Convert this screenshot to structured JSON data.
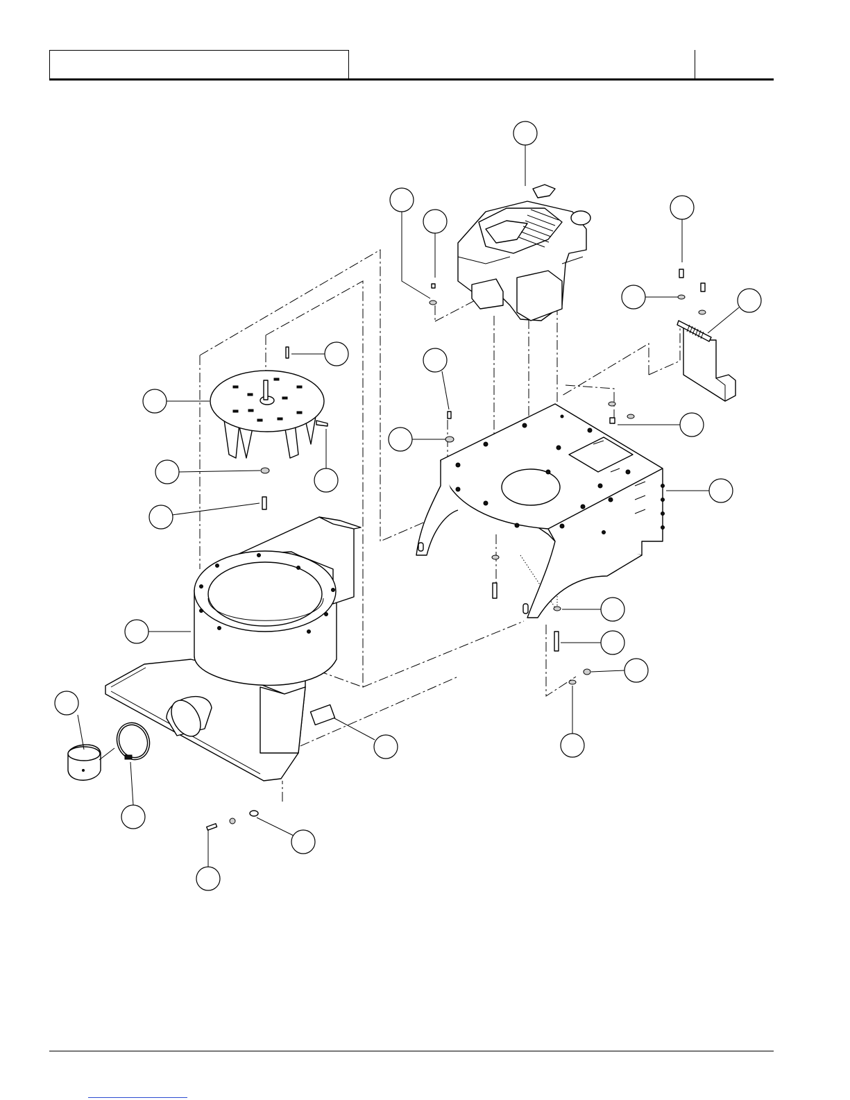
{
  "header": {
    "left_box_text": "",
    "middle_text": "",
    "right_text": ""
  },
  "footer": {
    "link_text": ""
  },
  "diagram": {
    "parts": [
      {
        "id": "engine",
        "icon": "engine"
      },
      {
        "id": "impeller",
        "icon": "fan-impeller"
      },
      {
        "id": "blower-housing",
        "icon": "blower-housing"
      },
      {
        "id": "engine-deck",
        "icon": "engine-deck"
      },
      {
        "id": "bracket",
        "icon": "bracket"
      },
      {
        "id": "hose-clamp",
        "icon": "clamp"
      },
      {
        "id": "end-cap",
        "icon": "cap"
      },
      {
        "id": "decal",
        "icon": "decal"
      }
    ],
    "callouts": [
      {
        "label": ""
      },
      {
        "label": ""
      },
      {
        "label": ""
      },
      {
        "label": ""
      },
      {
        "label": ""
      },
      {
        "label": ""
      },
      {
        "label": ""
      },
      {
        "label": ""
      },
      {
        "label": ""
      },
      {
        "label": ""
      },
      {
        "label": ""
      },
      {
        "label": ""
      },
      {
        "label": ""
      },
      {
        "label": ""
      },
      {
        "label": ""
      },
      {
        "label": ""
      },
      {
        "label": ""
      },
      {
        "label": ""
      },
      {
        "label": ""
      },
      {
        "label": ""
      },
      {
        "label": ""
      },
      {
        "label": ""
      },
      {
        "label": ""
      },
      {
        "label": ""
      },
      {
        "label": ""
      }
    ]
  }
}
